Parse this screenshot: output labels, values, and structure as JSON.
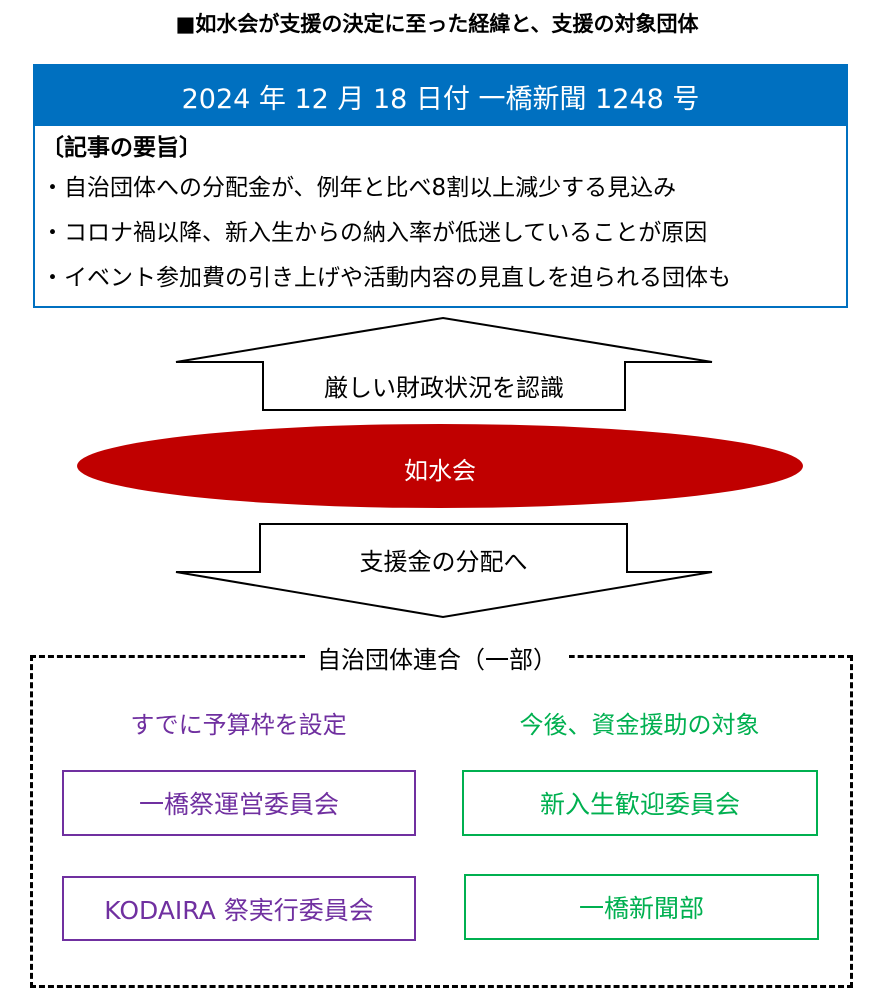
{
  "title": "■如水会が支援の決定に至った経緯と、支援の対象団体",
  "article": {
    "header": "2024 年 12 月 18 日付  一橋新聞 1248 号",
    "summary_heading": "〔記事の要旨〕",
    "points": [
      "・自治団体への分配金が、例年と比べ8割以上減少する見込み",
      "・コロナ禍以降、新入生からの納入率が低迷していることが原因",
      "・イベント参加費の引き上げや活動内容の見直しを迫られる団体も"
    ]
  },
  "up_arrow_label": "厳しい財政状況を認識",
  "center": "如水会",
  "down_arrow_label": "支援金の分配へ",
  "group": {
    "label": "自治団体連合（一部）",
    "left": {
      "heading": "すでに予算枠を設定",
      "items": [
        "一橋祭運営委員会",
        "KODAIRA 祭実行委員会"
      ]
    },
    "right": {
      "heading": "今後、資金援助の対象",
      "items": [
        "新入生歓迎委員会",
        "一橋新聞部"
      ]
    }
  },
  "colors": {
    "blue": "#0070C0",
    "red": "#C00000",
    "purple": "#7030A0",
    "green": "#00B050"
  }
}
